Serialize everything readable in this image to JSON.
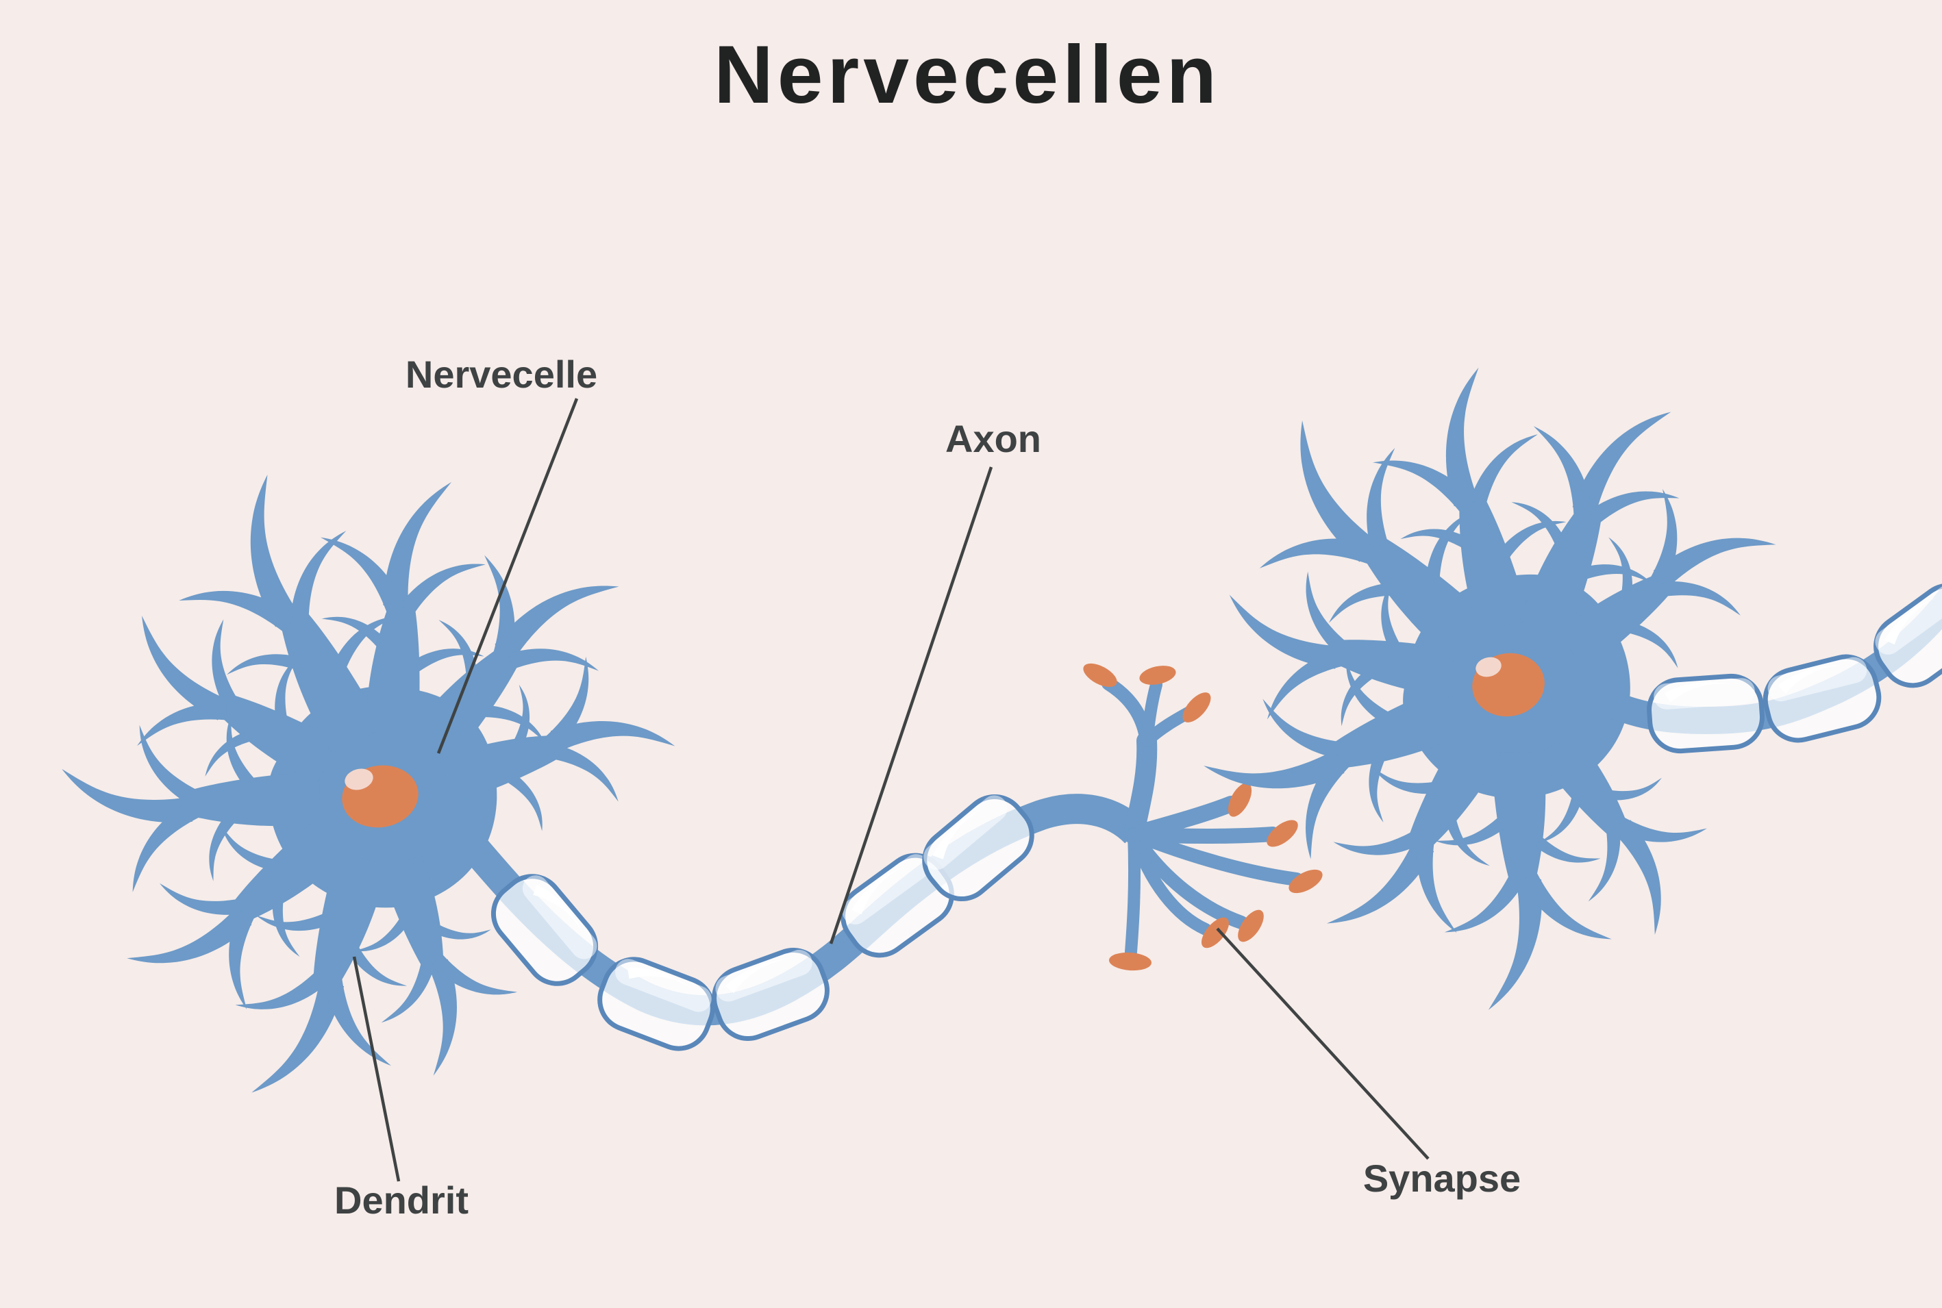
{
  "title": "Nervecellen",
  "labels": {
    "cell_body": "Nervecelle",
    "axon": "Axon",
    "dendrite": "Dendrit",
    "synapse": "Synapse"
  },
  "palette": {
    "background": "#f6ece9",
    "neuron_blue": "#6d9ac8",
    "myelin_outline": "#5987ba",
    "myelin_fill": "rgba(252,253,255,0.72)",
    "nucleus_orange": "#dc8356",
    "nucleus_highlight": "#f3d7cc",
    "synapse_bouton_orange": "#dc8356",
    "title_text": "#212323",
    "label_text": "#3e4243",
    "leader_line": "#3f4343"
  }
}
